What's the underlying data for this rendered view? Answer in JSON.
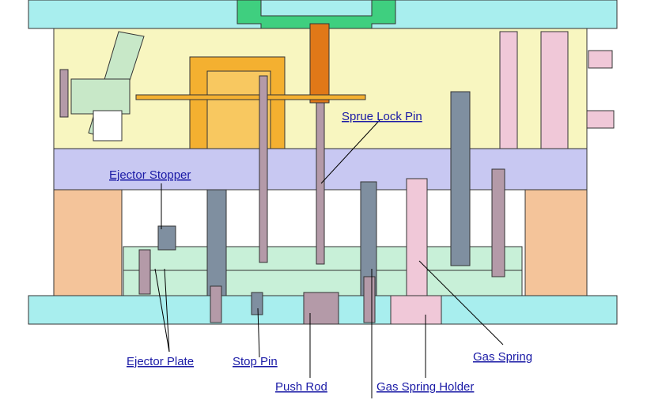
{
  "labels": {
    "sprue_lock_pin": "Sprue Lock Pin",
    "ejector_stopper": "Ejector Stopper",
    "ejector_plate": "Ejector Plate",
    "stop_pin": "Stop Pin",
    "push_rod": "Push Rod",
    "gas_spring": "Gas Spring",
    "gas_spring_holder": "Gas Spring Holder"
  },
  "colors": {
    "top_plate": "#a8eeee",
    "cavity_plate": "#f8f6c0",
    "core_plate": "#c8c8f2",
    "spacer_block": "#f4c49a",
    "ejector_plate": "#c8f0d8",
    "bottom_plate": "#a8eeee",
    "label_text": "#1a1aa6",
    "hot_runner": "#f4b030",
    "sprue": "#e07818",
    "rod_grey": "#7f8fa0",
    "rod_mauve": "#b49aa8",
    "pink_part": "#f0c8d8",
    "green_frame": "#3fcf7f",
    "outline": "#333333"
  }
}
